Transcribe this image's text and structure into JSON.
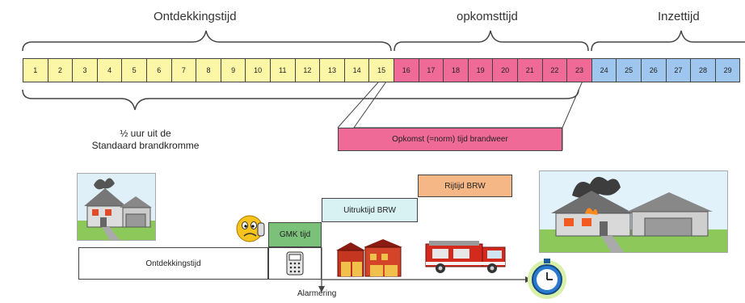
{
  "phases": {
    "ontdekking": "Ontdekkingstijd",
    "opkomst": "opkomsttijd",
    "inzet": "Inzettijd"
  },
  "timeline": {
    "ontdekking_cells": [
      "1",
      "2",
      "3",
      "4",
      "5",
      "6",
      "7",
      "8",
      "9",
      "10",
      "11",
      "12",
      "13",
      "14",
      "15"
    ],
    "opkomst_cells": [
      "16",
      "17",
      "18",
      "19",
      "20",
      "21",
      "22",
      "23"
    ],
    "inzet_cells": [
      "24",
      "25",
      "26",
      "27",
      "28",
      "29"
    ]
  },
  "captions": {
    "line1": "½ uur uit de",
    "line2": "Standaard brandkromme"
  },
  "blocks": {
    "opkomst_norm": "Opkomst (=norm) tijd brandweer",
    "rijtijd": "Rijtijd BRW",
    "uitruktijd": "Uitruktijd BRW",
    "gmk": "GMK tijd",
    "ontdekkingstijd": "Ontdekkingstijd",
    "alarmering": "Alarmering"
  },
  "colors": {
    "ontdekking": "#fbf7a6",
    "opkomst": "#ef6a96",
    "inzet": "#9fc6ee",
    "gmk": "#7cc17a",
    "uitruk": "#d8f1f3",
    "rijtijd": "#f6b786"
  },
  "icons": [
    "house-icon",
    "burning-house-icon",
    "worried-face-icon",
    "telephone-icon",
    "fire-station-icon",
    "fire-truck-icon",
    "stopwatch-icon"
  ]
}
